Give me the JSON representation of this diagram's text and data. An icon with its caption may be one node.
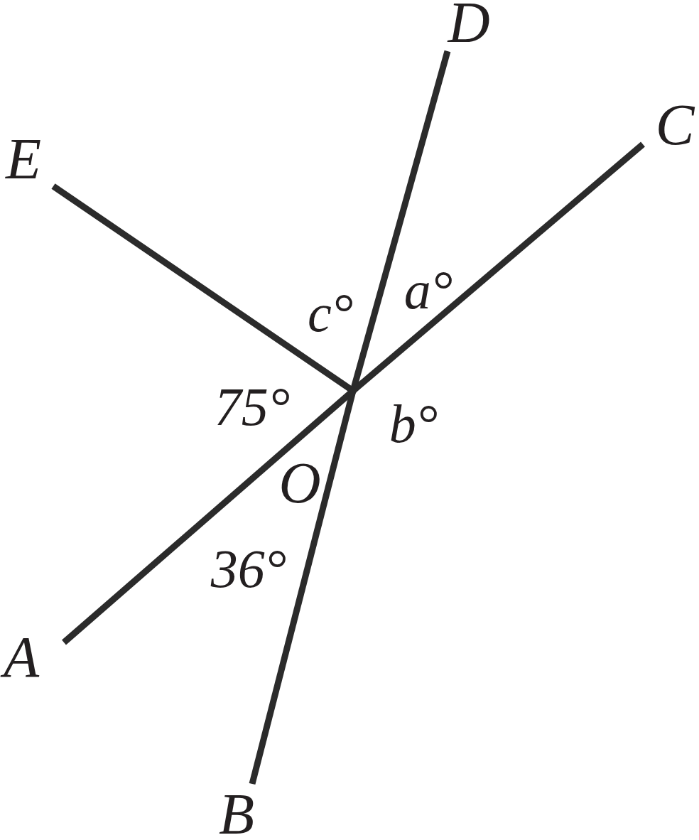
{
  "diagram": {
    "nodes": [
      {
        "text": [
          "D"
        ]
      },
      {
        "text": [
          "C"
        ]
      },
      {
        "text": [
          "E"
        ]
      },
      {
        "text": [],
        "shape": "point",
        "beside": [
          "O"
        ]
      },
      {
        "text": [
          "A"
        ]
      },
      {
        "text": [
          "B"
        ]
      }
    ],
    "edges": [
      {
        "from": 3,
        "to": 0,
        "arrow": "none"
      },
      {
        "from": 3,
        "to": 1,
        "arrow": "none"
      },
      {
        "from": 3,
        "to": 2,
        "arrow": "none"
      },
      {
        "from": 3,
        "to": 4,
        "arrow": "none"
      },
      {
        "from": 3,
        "to": 5,
        "arrow": "none"
      }
    ],
    "labels": [
      "c°",
      "a°",
      "75°",
      "b°",
      "36°"
    ]
  }
}
